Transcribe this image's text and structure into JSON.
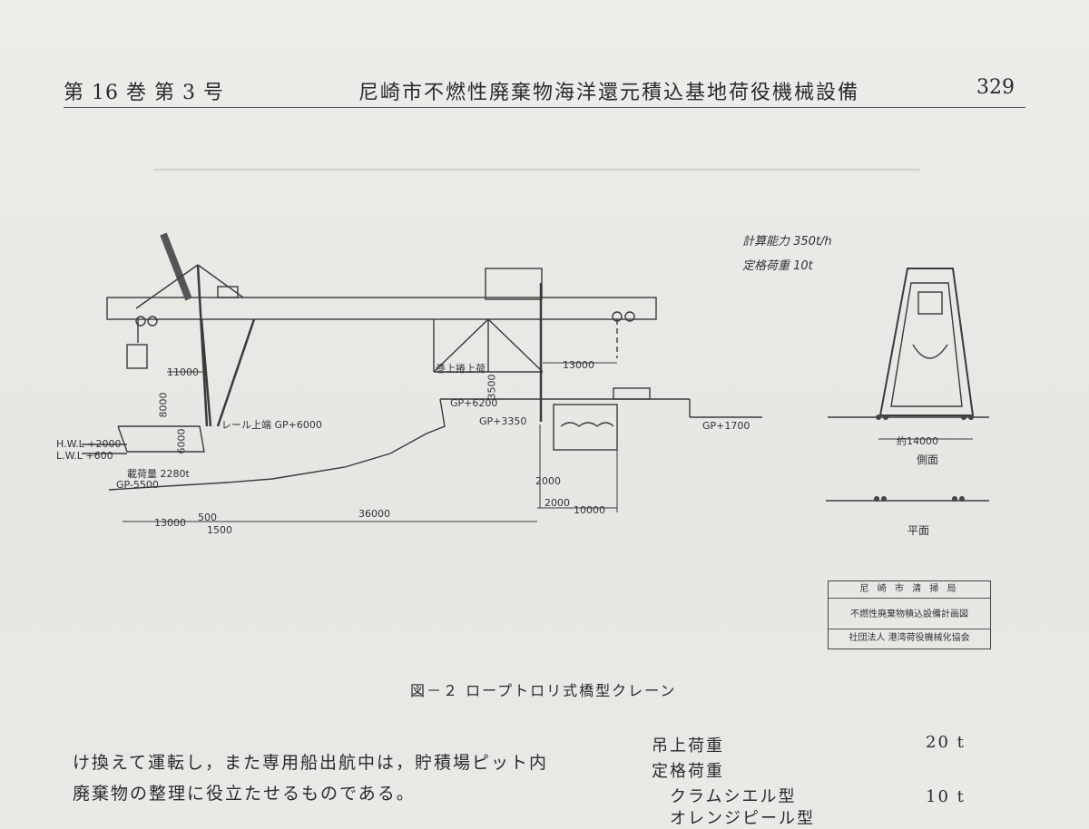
{
  "header": {
    "volume": "第 16 巻 第 3 号",
    "title": "尼崎市不燃性廃棄物海洋還元積込基地荷役機械設備",
    "page_number": "329"
  },
  "drawing": {
    "spec_capacity": "計算能力 350t/h",
    "spec_rated_load": "定格荷重 10t",
    "hoist_label": "巻上捲上荷",
    "rail_label": "レール上端 GP+6000",
    "gp_6200": "GP+6200",
    "gp_3350": "GP+3350",
    "gp_1700": "GP+1700",
    "hwl": "H.W.L +2000",
    "lwl": "L.W.L +600",
    "gp_minus": "GP-5500",
    "load_text": "載荷量 2280t",
    "side_label": "側面",
    "plan_label": "平面",
    "dims": {
      "d11000": "11000",
      "d13000": "13000",
      "d13000b": "13000",
      "d36000": "36000",
      "d10000": "10000",
      "d2000a": "2000",
      "d2000b": "2000",
      "d1500": "1500",
      "d500": "500",
      "d14000": "約14000",
      "d3500": "3500",
      "d8000": "8000",
      "d6000": "6000"
    }
  },
  "title_block": {
    "org": "尼 崎 市 清 掃 局",
    "drawing_name": "不燃性廃棄物積込設備計画図",
    "company": "社団法人 港湾荷役機械化協会"
  },
  "figure_caption": "図－２ ロープトロリ式橋型クレーン",
  "body": {
    "line1": "け換えて運転し，また専用船出航中は，貯積場ピット内",
    "line2": "廃棄物の整理に役立たせるものである。"
  },
  "specs": [
    {
      "label": "吊上荷重",
      "value": "20 t"
    },
    {
      "label": "定格荷重",
      "value": ""
    },
    {
      "label": "クラムシエル型",
      "value": "10 t"
    },
    {
      "label": "オレンジピール型",
      "value": ""
    }
  ]
}
